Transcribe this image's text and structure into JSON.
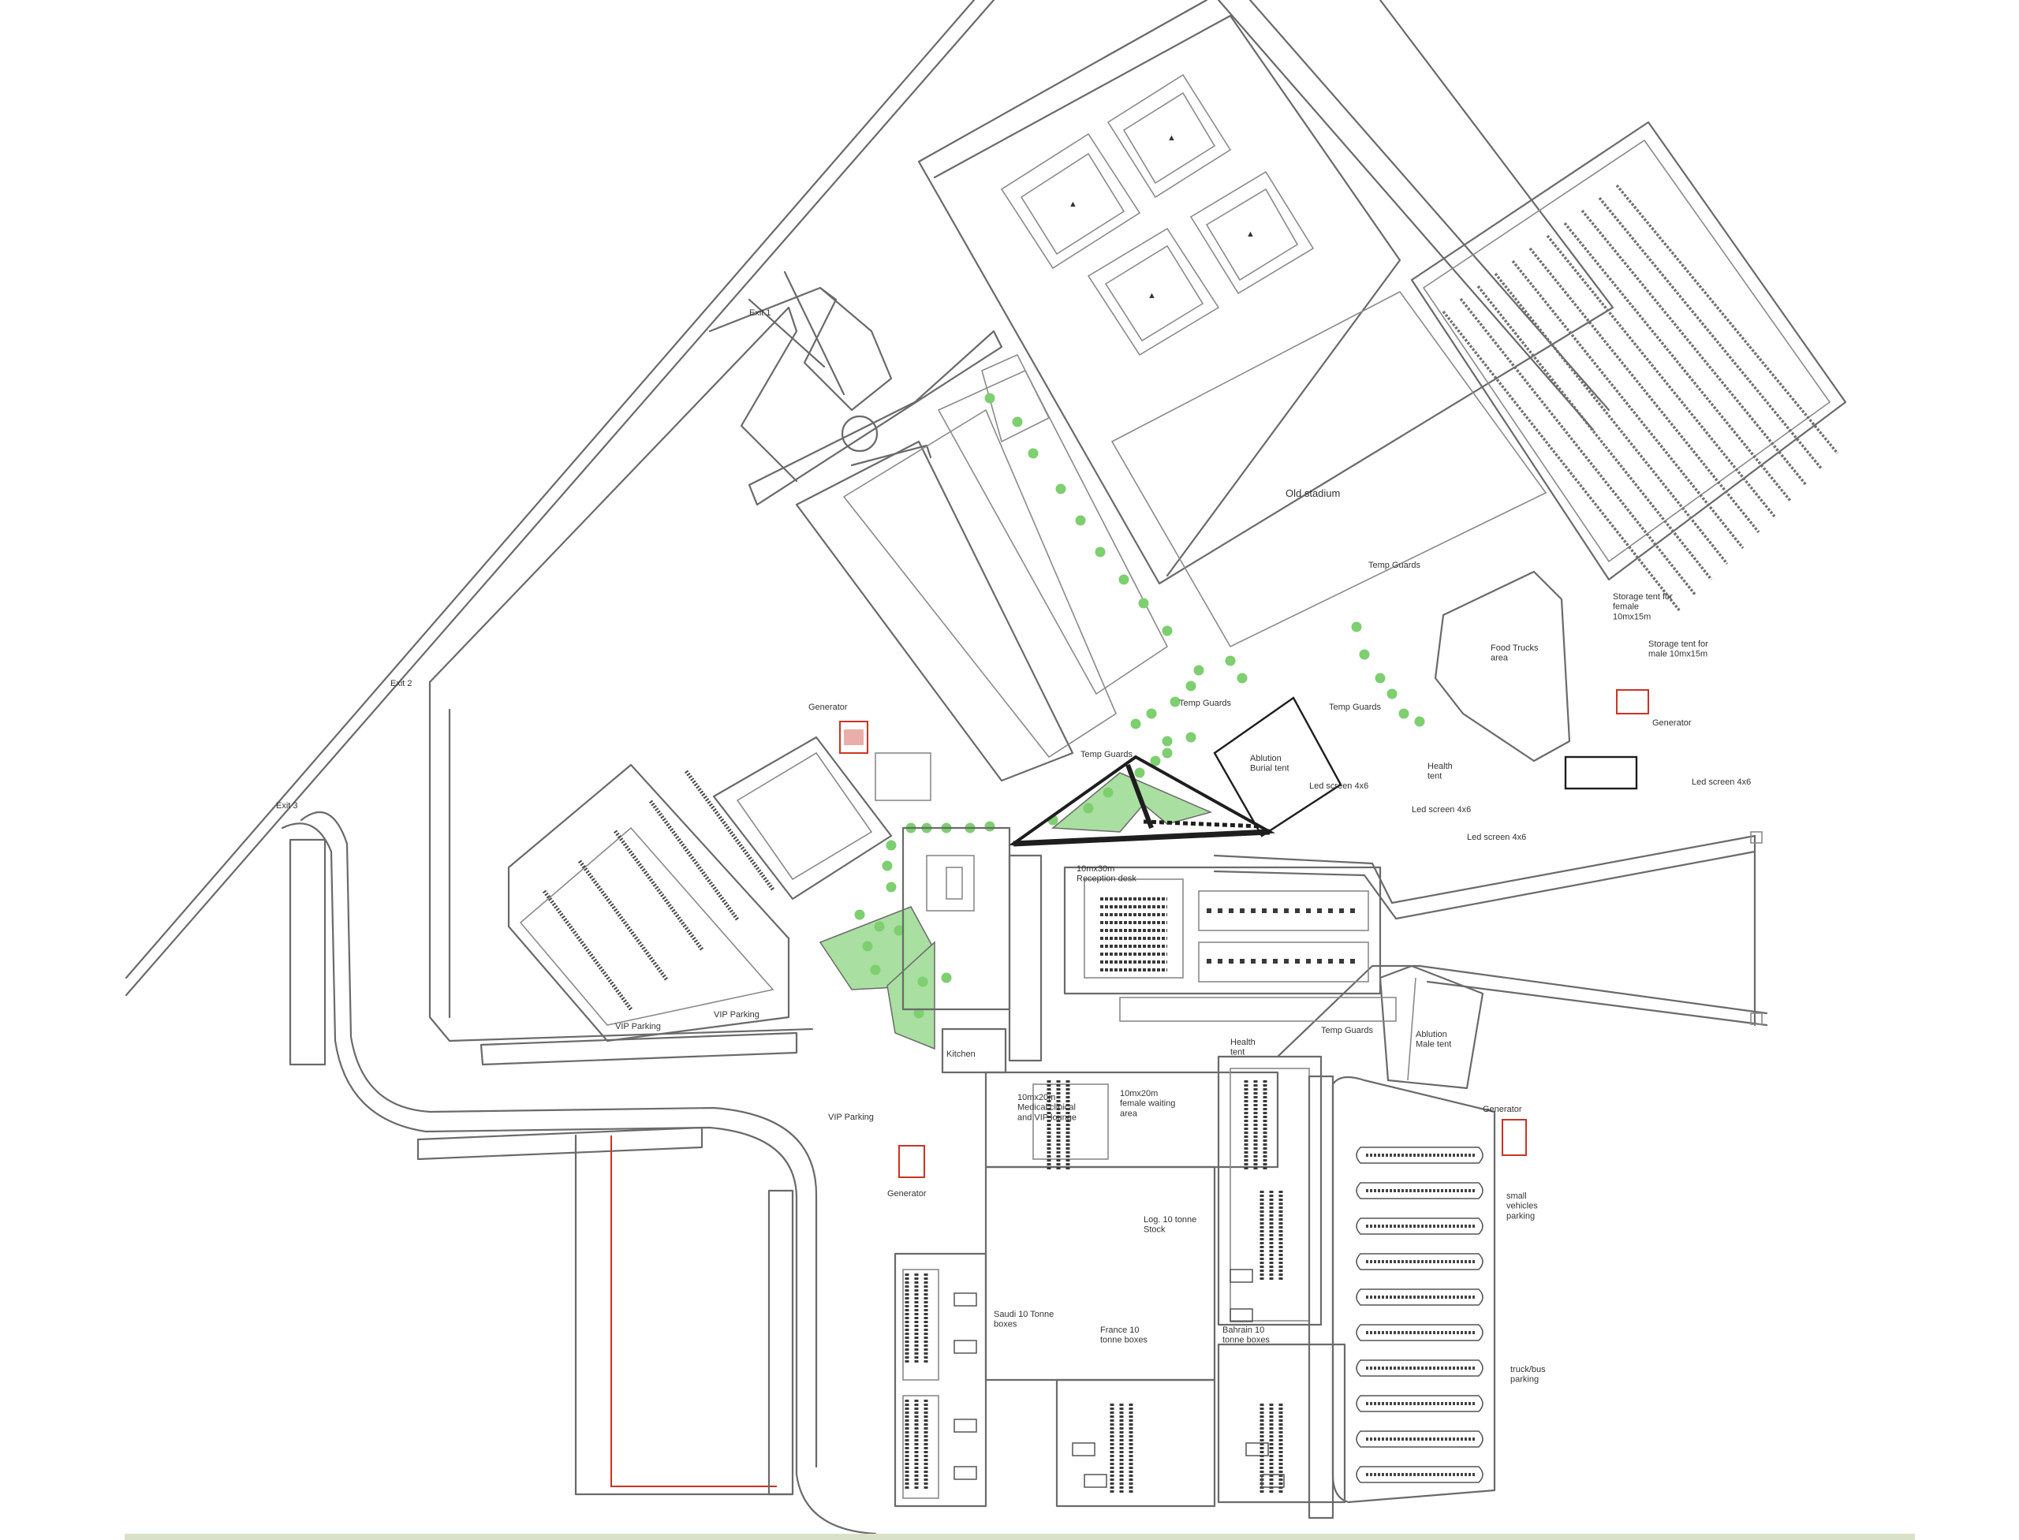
{
  "colors": {
    "line": "#6a6a6a",
    "tree": "#7dcf6f",
    "grass": "#a9dfa0",
    "dark": "#1e1e1e",
    "generator": "#cc3322",
    "bottom_band": "#d9e2c8"
  },
  "labels": {
    "generator_1": "Generator",
    "generator_2": "Generator",
    "generator_3": "Generator",
    "generator_4": "Generator",
    "old_stadium": "Old stadium",
    "food_trucks": "Food Trucks\narea",
    "storage_tent_female": "Storage tent for\nfemale\n10mx15m",
    "storage_tent_male": "Storage tent for\nmale 10mx15m",
    "temp_guards_1": "Temp Guards",
    "temp_guards_2": "Temp Guards",
    "temp_guards_3": "Temp Guards",
    "temp_guards_4": "Temp Guards",
    "temp_guards_5": "Temp Guards",
    "ablution_burial": "Ablution\nBurial tent",
    "ablution_male": "Ablution\nMale tent",
    "health_tent_1": "Health\ntent",
    "health_tent_2": "Health\ntent",
    "led_screen_1": "Led screen 4x6",
    "led_screen_2": "Led screen 4x6",
    "led_screen_3": "Led screen 4x6",
    "led_screen_4": "Led screen 4x6",
    "tent_registration": "10mx30m\nReception desk",
    "tent_kitchen": "Kitchen",
    "tent_clinic": "10mx20m\nMedical clinical\nand VIP lounge",
    "tent_triage": "10mx20m\nfemale waiting\narea",
    "tent_stock": "Log. 10 tonne\nStock",
    "tent_saudi": "Saudi 10 Tonne\nboxes",
    "tent_france": "France 10\ntonne boxes",
    "tent_bahrain": "Bahrain 10\ntonne boxes",
    "vip_parking_1": "VIP Parking",
    "vip_parking_2": "VIP Parking",
    "vip_parking_3": "VIP Parking",
    "vehicles_parking": "small\nvehicles\nparking",
    "trucks_parking": "truck/bus\nparking",
    "exit_1": "Exit 1",
    "exit_2": "Exit 2",
    "exit_3": "Exit 3"
  }
}
